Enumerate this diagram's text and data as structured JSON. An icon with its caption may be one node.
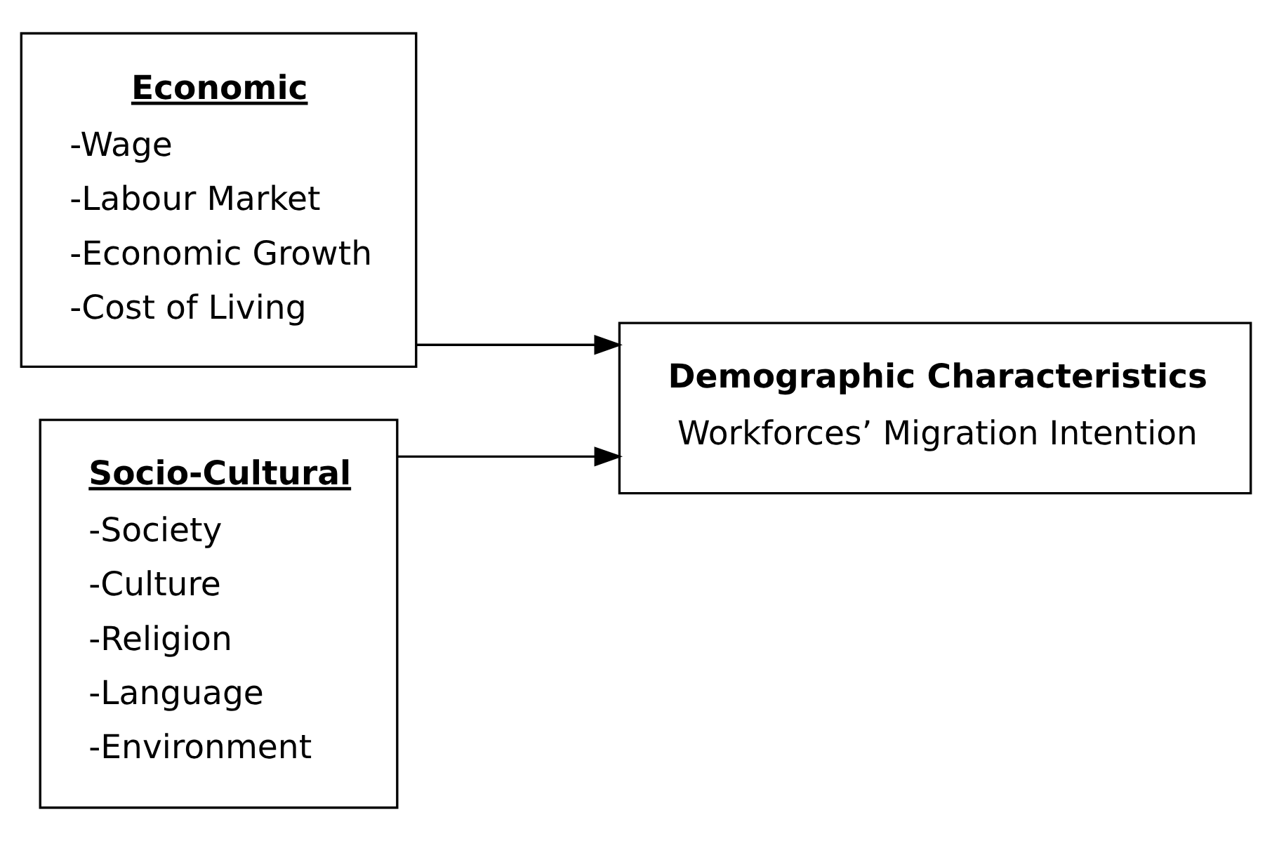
{
  "diagram": {
    "nodes": [
      {
        "text": [
          "Economic",
          "-Wage",
          "-Labour Market",
          "-Economic Growth",
          "-Cost of Living"
        ]
      },
      {
        "text": [
          "Socio-Cultural",
          "-Society",
          "-Culture",
          "-Religion",
          "-Language",
          "-Environment"
        ]
      },
      {
        "text": [
          "Demographic Characteristics",
          "Workforces’ Migration Intention"
        ]
      }
    ],
    "edges": [
      {
        "from": 0,
        "to": 2,
        "arrow": "to"
      },
      {
        "from": 1,
        "to": 2,
        "arrow": "to"
      }
    ]
  }
}
